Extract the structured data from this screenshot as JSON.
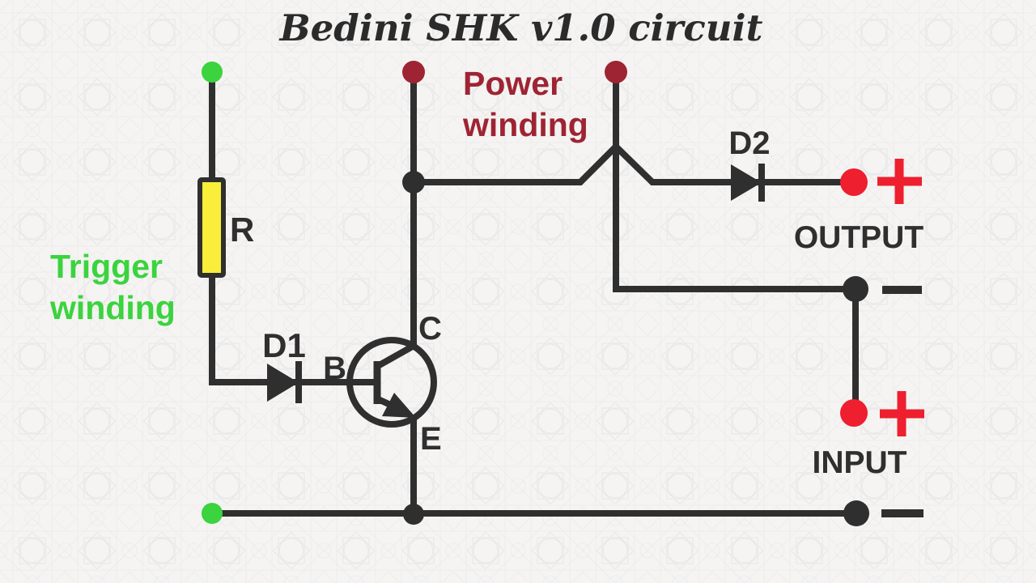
{
  "title": "Bedini SHK v1.0 circuit",
  "labels": {
    "trigger_winding_line1": "Trigger",
    "trigger_winding_line2": "winding",
    "power_winding_line1": "Power",
    "power_winding_line2": "winding",
    "resistor": "R",
    "diode1": "D1",
    "diode2": "D2",
    "transistor_base": "B",
    "transistor_collector": "C",
    "transistor_emitter": "E",
    "output": "OUTPUT",
    "input": "INPUT",
    "output_positive": "+",
    "output_negative": "−",
    "input_positive": "+",
    "input_negative": "−"
  },
  "colors": {
    "ink": "#2f2f2f",
    "green": "#3bd33e",
    "dark_red": "#9e2433",
    "bright_red": "#ee1f2e",
    "resistor_yellow": "#f9ee3a",
    "background": "#f5f4f2",
    "pattern_line": "#e7e6e9"
  }
}
